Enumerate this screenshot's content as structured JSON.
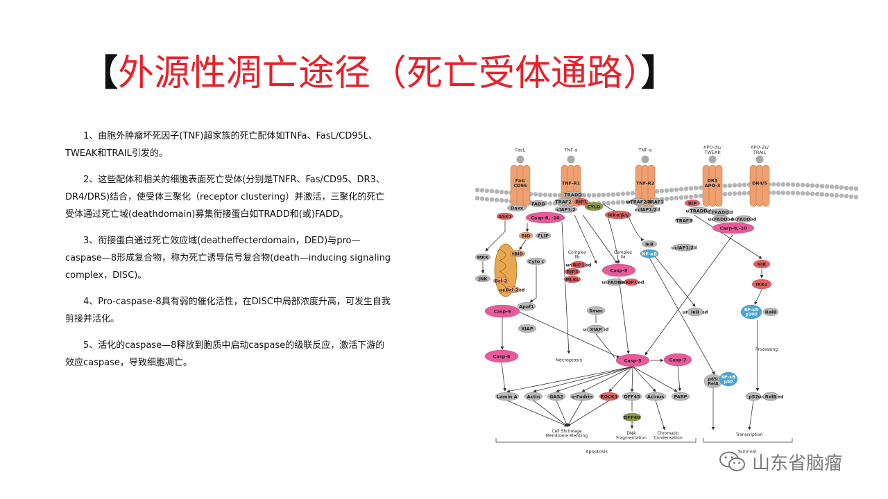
{
  "title": {
    "open": "【",
    "text": "外源性凋亡途径（死亡受体通路）",
    "close": "】"
  },
  "paragraphs": [
    "1、由胞外肿瘤坏死因子(TNF)超家族的死亡配体如TNFa、FasL/CD95L、TWEAK和TRAIL引发的。",
    "2、这些配体和相关的细胞表面死亡受体(分别是TNFR、Fas/CD95、DR3、DR4/DRS)结合，使受体三聚化（receptor clustering）并激活，三聚化的死亡受体通过死亡域(deathdomain)募集衔接蛋白如TRADD和(或)FADD。",
    "3、衔接蛋白通过死亡效应域(deatheffecterdomain，DED)与pro—caspase—8形成复合物，称为死亡诱导信号复合物(death—inducing signaling complex，DISC)。",
    "4、Pro-caspase-8具有弱的催化活性，在DISC中局部浓度升高，可发生自我剪接并活化。",
    "5、活化的caspase—8释放到胞质中启动caspase的级联反应，激活下游的效应caspase，导致细胞凋亡。"
  ],
  "watermark": {
    "text": "山东省脑瘤",
    "icon": "wechat-icon"
  },
  "colors": {
    "title_red": "#e8202a",
    "caspase_pink": "#e85a9a",
    "receptor_orange": "#f0a070",
    "node_gray": "#b8b8b8",
    "nfkb_blue": "#4aa6d8",
    "red_node": "#e66060",
    "olive": "#8a9a40",
    "membrane": "#b5b5b5"
  },
  "diagram": {
    "ligands": [
      "FasL",
      "TNF-α",
      "TNF-α",
      "APO-3L/\nTWEAK",
      "APO-2L/\nTRAIL"
    ],
    "receptors": [
      "Fas/\nCD95",
      "TNF-R1",
      "TNF-R2",
      "DR3\nAPO-3",
      "DR4/5"
    ],
    "labels": {
      "daxx": "Daxx",
      "fadd": "FADD",
      "tradd": "TRADD",
      "traf2": "TRAF2",
      "rip1": "RIP1",
      "ciap12": "cIAP1/2",
      "cyld": "CYLD",
      "traf1": "TRAF1",
      "rip": "RIP",
      "ask1": "ASK1",
      "casp810": "Casp-8, -10",
      "casp810b": "Casp-8,-10",
      "ikk": "IKKα/β/γ",
      "traf3": "TRAF3",
      "bid": "BID",
      "flip": "FLIP",
      "tbid": "tBID",
      "cytoc": "Cyto c",
      "mkk": "MKK",
      "jnk": "JNK",
      "bcl2": "Bcl-2",
      "complex2b": "Complex\nIIb",
      "complex2a": "Complex\nIIa",
      "ikb": "IκB",
      "nfkb": "NF-κB",
      "nik": "NIK",
      "ikka": "IKKα",
      "rip3": "RIP3",
      "mlkl": "MLKL",
      "casp8": "Casp-8",
      "apaf1": "Apaf1",
      "casp9": "Casp-9",
      "xiap": "XIAP",
      "smac": "Smac",
      "relb": "RelB",
      "nfkbp100": "NF-κB\np100",
      "processing": "Processing",
      "necroptosis": "Necroptosis",
      "casp3": "Casp-3",
      "casp7": "Casp-7",
      "casp6": "Casp-6",
      "p65": "p65/\nRelA",
      "nfkbp50": "NF-κB\np50",
      "p52": "p52",
      "lamina": "Lamin A",
      "actin": "Actin",
      "gas2": "GAS2",
      "fodrin": "α-Fodrin",
      "rock1": "ROCK1",
      "dff45": "DFF45",
      "acinus": "Acinus",
      "parp": "PARP",
      "dff40": "DFF40",
      "shrink": "Cell Shrinkage\nMembrane Blebbing",
      "dnafrag": "DNA\nFragmentation",
      "chromatin": "Chromatin\nCondensation",
      "transcription": "Transcription",
      "apoptosis": "Apoptosis",
      "survival": "Survival"
    }
  }
}
